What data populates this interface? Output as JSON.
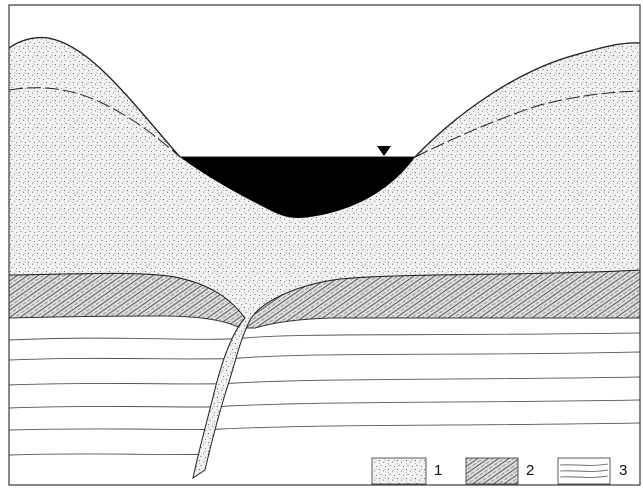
{
  "colors": {
    "background": "#ffffff",
    "frame": "#3a3a3a",
    "water": "#000000",
    "sand_fill": "#f2f2f2",
    "sand_dot": "#4a4a4a",
    "clay_fill": "#d9d9d9",
    "clay_hatch": "#5a5a5a",
    "layer_line": "#555555",
    "water_table_line": "#222222"
  },
  "icons": {
    "water_level_marker": "inverted-triangle-water-level-icon"
  },
  "legend": {
    "items": [
      {
        "label": "1",
        "pattern": "sand-dotted-pattern"
      },
      {
        "label": "2",
        "pattern": "clay-hatched-pattern"
      },
      {
        "label": "3",
        "pattern": "layered-lines-pattern"
      }
    ]
  }
}
